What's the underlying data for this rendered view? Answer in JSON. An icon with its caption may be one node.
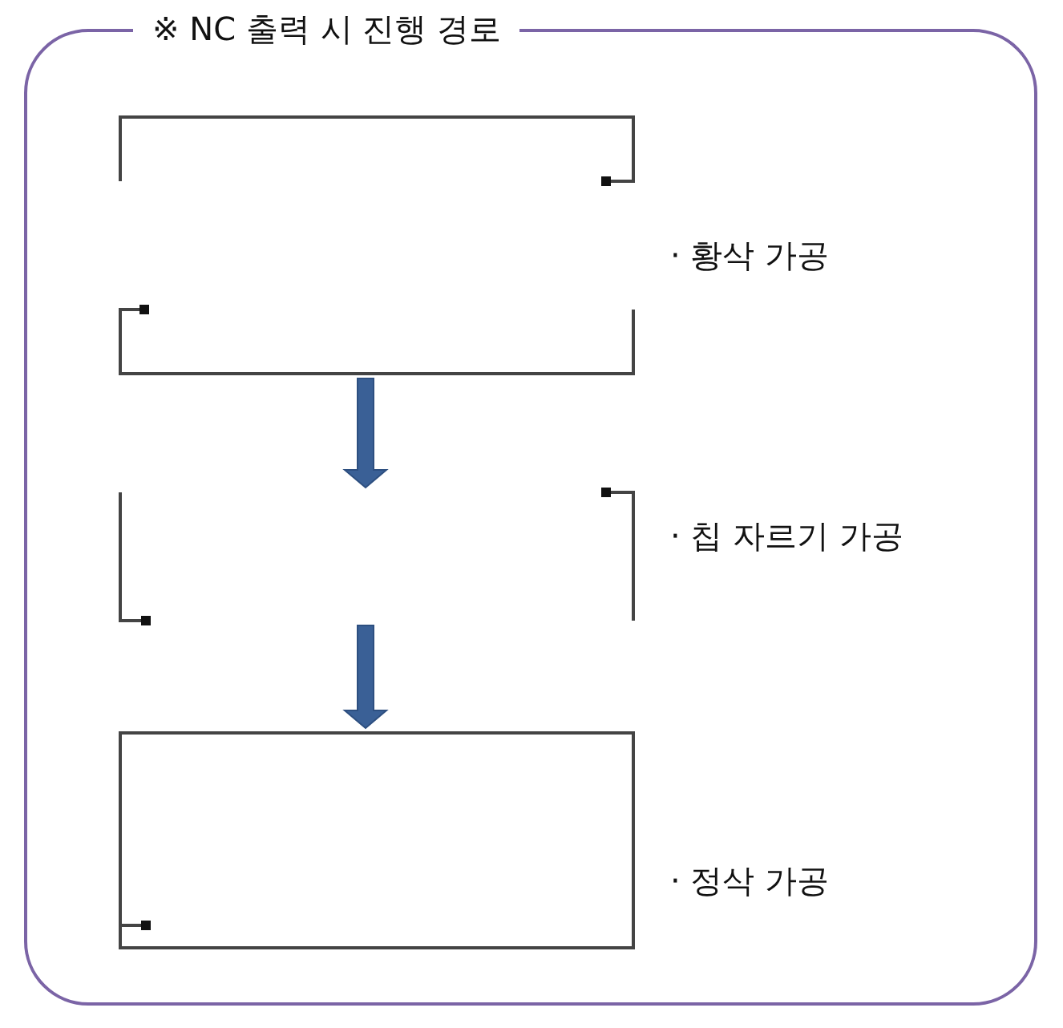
{
  "diagram": {
    "nodes": [
      {
        "text": [
          "※ NC 출력 시 진행 경로"
        ]
      },
      {
        "text": [],
        "shape": "picture",
        "in": 0,
        "beside": [
          "· 황삭 가공"
        ]
      },
      {
        "text": [],
        "shape": "picture",
        "in": 0,
        "beside": [
          "· 칩 자르기 가공"
        ]
      },
      {
        "text": [],
        "shape": "picture",
        "in": 0,
        "beside": [
          "· 정삭 가공"
        ]
      }
    ],
    "edges": [
      {
        "from": 1,
        "to": 2,
        "arrow": "to",
        "style": "thick"
      },
      {
        "from": 2,
        "to": 3,
        "arrow": "to",
        "style": "thick"
      }
    ]
  }
}
